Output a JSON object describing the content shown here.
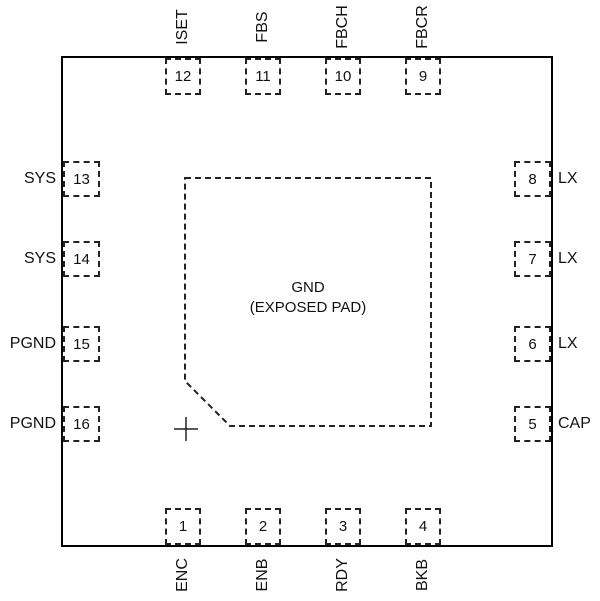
{
  "diagram": {
    "center_pad": {
      "line1": "GND",
      "line2": "(EXPOSED PAD)"
    }
  },
  "pins": {
    "top": [
      {
        "number": "12",
        "label": "ISET"
      },
      {
        "number": "11",
        "label": "FBS"
      },
      {
        "number": "10",
        "label": "FBCH"
      },
      {
        "number": "9",
        "label": "FBCR"
      }
    ],
    "left": [
      {
        "number": "13",
        "label": "SYS"
      },
      {
        "number": "14",
        "label": "SYS"
      },
      {
        "number": "15",
        "label": "PGND"
      },
      {
        "number": "16",
        "label": "PGND"
      }
    ],
    "right": [
      {
        "number": "8",
        "label": "LX"
      },
      {
        "number": "7",
        "label": "LX"
      },
      {
        "number": "6",
        "label": "LX"
      },
      {
        "number": "5",
        "label": "CAP"
      }
    ],
    "bottom": [
      {
        "number": "1",
        "label": "ENC"
      },
      {
        "number": "2",
        "label": "ENB"
      },
      {
        "number": "3",
        "label": "RDY"
      },
      {
        "number": "4",
        "label": "BKB"
      }
    ]
  },
  "colors": {
    "line": "#000000",
    "background": "#ffffff"
  }
}
